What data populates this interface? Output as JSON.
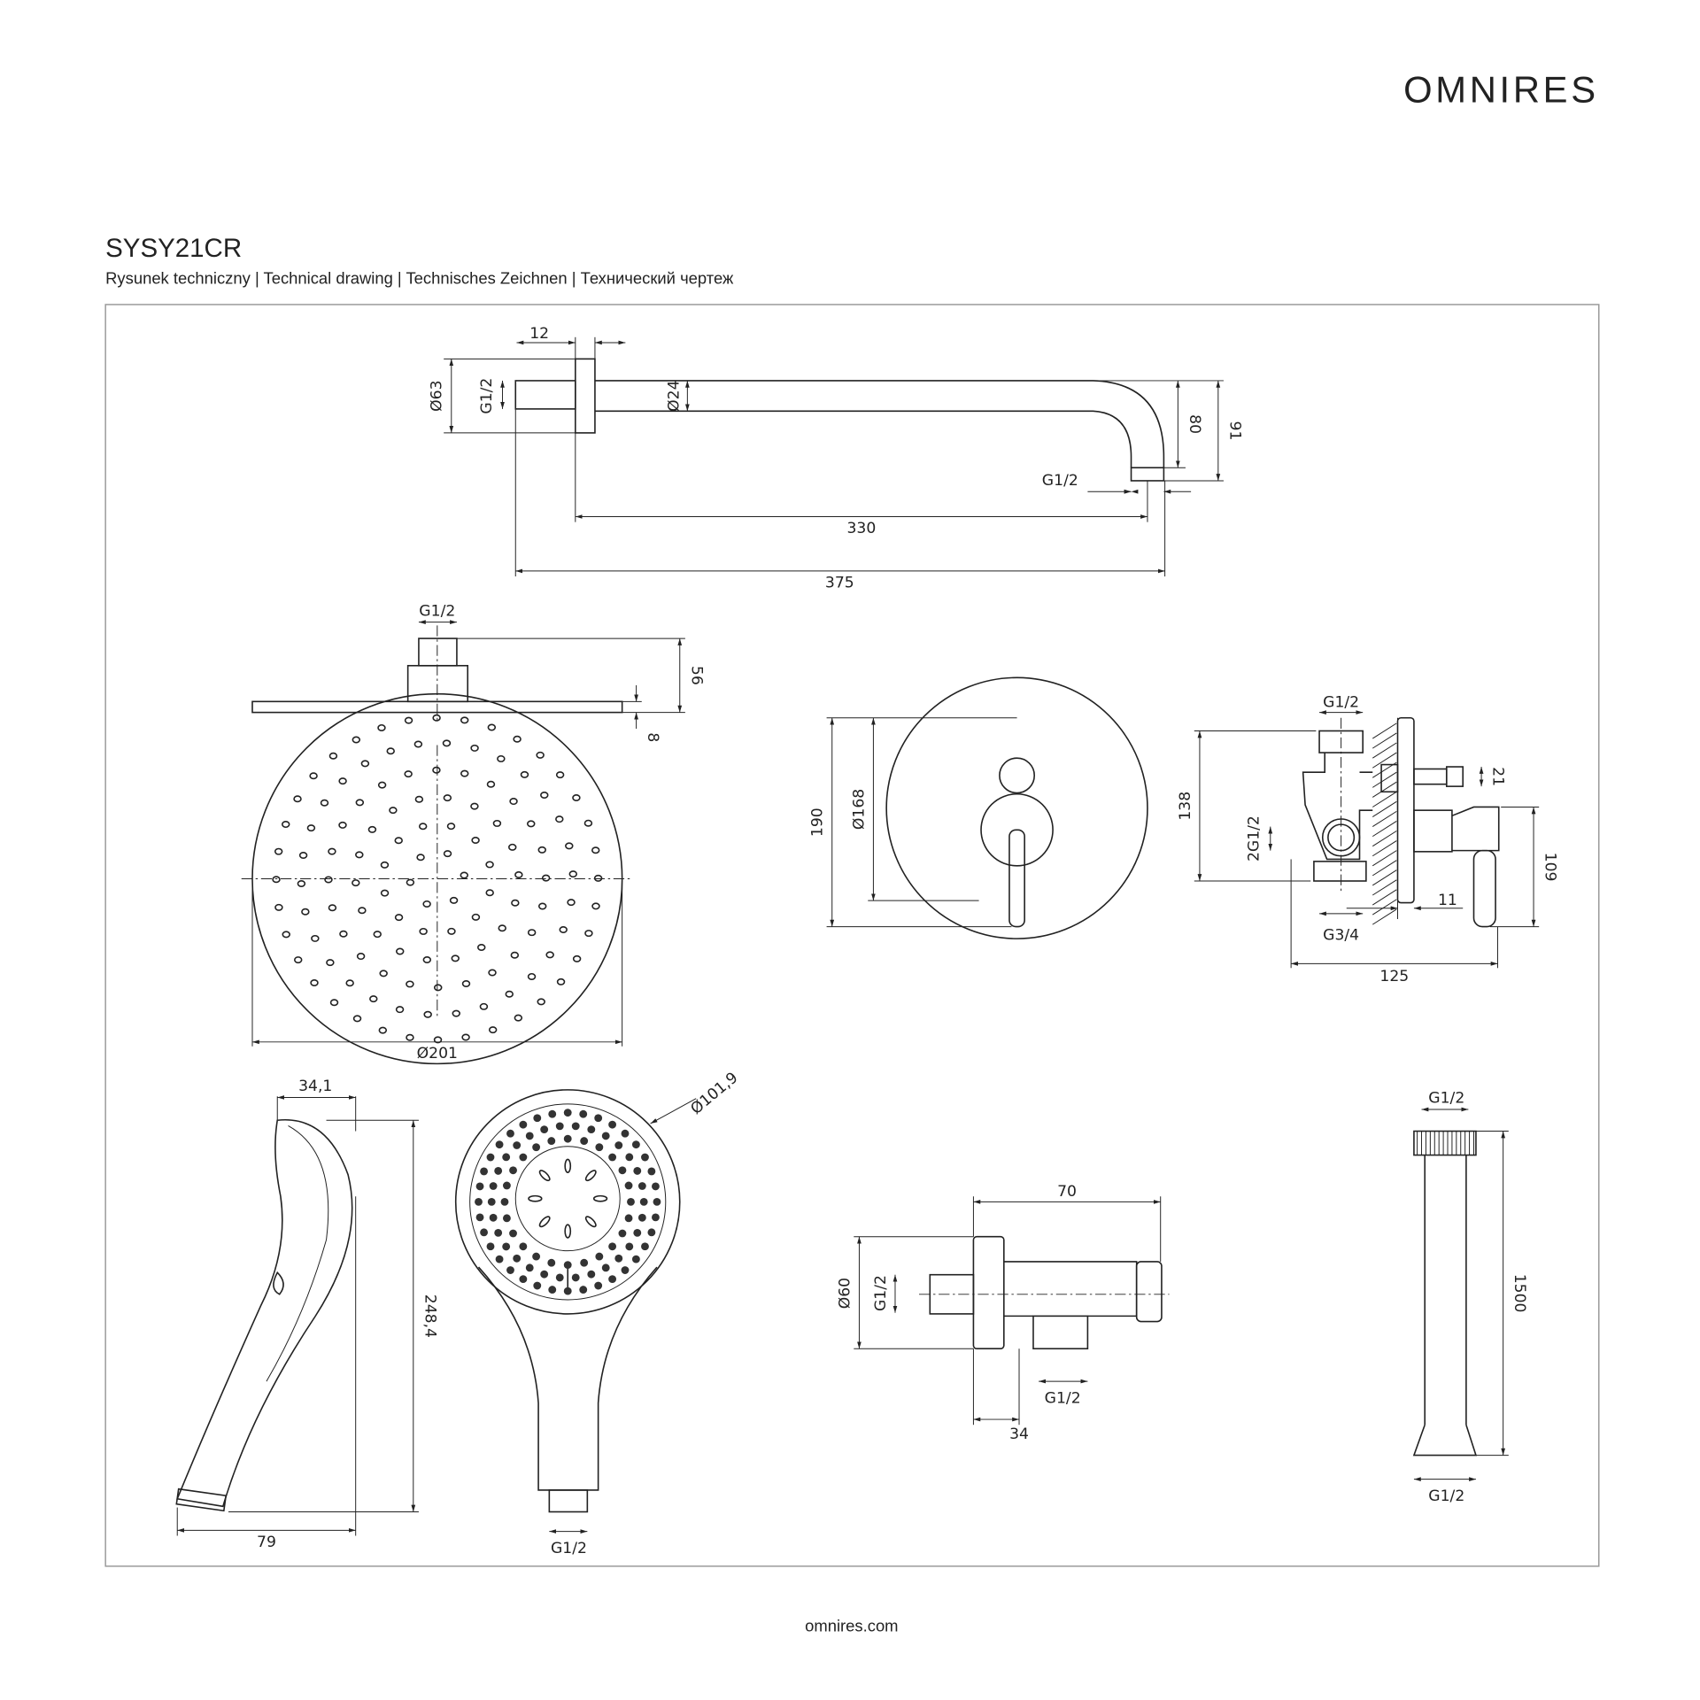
{
  "brand": {
    "logo": "OMNIRES",
    "website": "omnires.com"
  },
  "header": {
    "product_code": "SYSY21CR",
    "subtitle": "Rysunek techniczny | Technical drawing | Technisches Zeichnen | Технический чертеж"
  },
  "shower_arm": {
    "d12": "12",
    "d63": "Ø63",
    "g_in": "G1/2",
    "d24": "Ø24",
    "d80": "80",
    "d91": "91",
    "g_out": "G1/2",
    "d330": "330",
    "d375": "375"
  },
  "rain_head": {
    "g": "G1/2",
    "d56": "56",
    "d8": "8",
    "d201": "Ø201"
  },
  "mixer_front": {
    "d190": "190",
    "d168": "Ø168"
  },
  "mixer_side": {
    "g_top": "G1/2",
    "d138": "138",
    "d21": "21",
    "g_mid": "2G1/2",
    "d109": "109",
    "d11": "11",
    "g_bottom": "G3/4",
    "d125": "125"
  },
  "hand_shower": {
    "d34": "34,1",
    "d248": "248,4",
    "d79": "79",
    "d101": "Ø101,9",
    "g": "G1/2"
  },
  "wall_outlet": {
    "d70": "70",
    "d60": "Ø60",
    "g_in": "G1/2",
    "g_out": "G1/2",
    "d34": "34"
  },
  "hose": {
    "g_top": "G1/2",
    "d1500": "1500",
    "g_bottom": "G1/2"
  }
}
